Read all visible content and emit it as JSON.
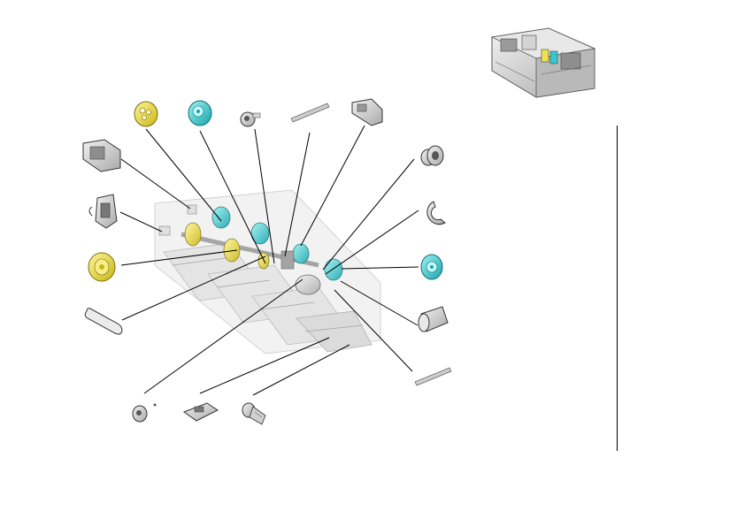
{
  "diagram": {
    "kind": "exploded-parts-view",
    "colors": {
      "highlight_yellow": "#efe34a",
      "highlight_cyan": "#35c9cf",
      "part_grey": "#c8c8c8",
      "outline": "#333333",
      "leader_line": "#000000"
    },
    "parts": [
      {
        "id": "yellow-gear-top",
        "color": "yellow"
      },
      {
        "id": "cyan-gear-top",
        "color": "cyan"
      },
      {
        "id": "small-bushing-top",
        "color": "grey"
      },
      {
        "id": "pin-shaft-top",
        "color": "grey"
      },
      {
        "id": "bracket-top-right",
        "color": "grey"
      },
      {
        "id": "clip-bracket-left",
        "color": "grey"
      },
      {
        "id": "sensor-bracket-left",
        "color": "grey"
      },
      {
        "id": "yellow-pulley-left",
        "color": "yellow"
      },
      {
        "id": "drive-belt",
        "color": "grey"
      },
      {
        "id": "flanged-bushing-right",
        "color": "grey"
      },
      {
        "id": "e-ring-right",
        "color": "grey"
      },
      {
        "id": "cyan-gear-right",
        "color": "cyan"
      },
      {
        "id": "sleeve-right",
        "color": "grey"
      },
      {
        "id": "pin-shaft-right",
        "color": "grey"
      },
      {
        "id": "bearing-bottom",
        "color": "grey"
      },
      {
        "id": "plate-bottom",
        "color": "grey"
      },
      {
        "id": "screw-bottom",
        "color": "grey"
      }
    ]
  }
}
